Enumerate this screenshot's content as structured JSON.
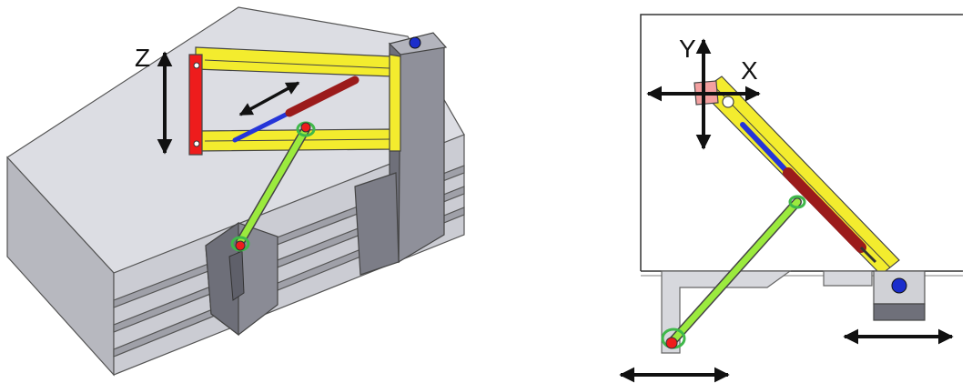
{
  "labels": {
    "z_axis": "Z",
    "y_axis": "Y",
    "x_axis": "X"
  },
  "colors": {
    "background": "#ffffff",
    "table_top": "#dcdde3",
    "table_front": "#c8c9d0",
    "table_side": "#b4b5bc",
    "column_gray": "#8a8b95",
    "frame_yellow": "#f3ec2e",
    "carriage_red": "#ee1c1c",
    "piston_dark_red": "#9b1b1b",
    "rod_blue": "#2535d8",
    "link_green": "#9bea3e",
    "joint_green": "#3fb84a",
    "pin_blue": "#1b2ecc",
    "arrow": "#111111"
  }
}
